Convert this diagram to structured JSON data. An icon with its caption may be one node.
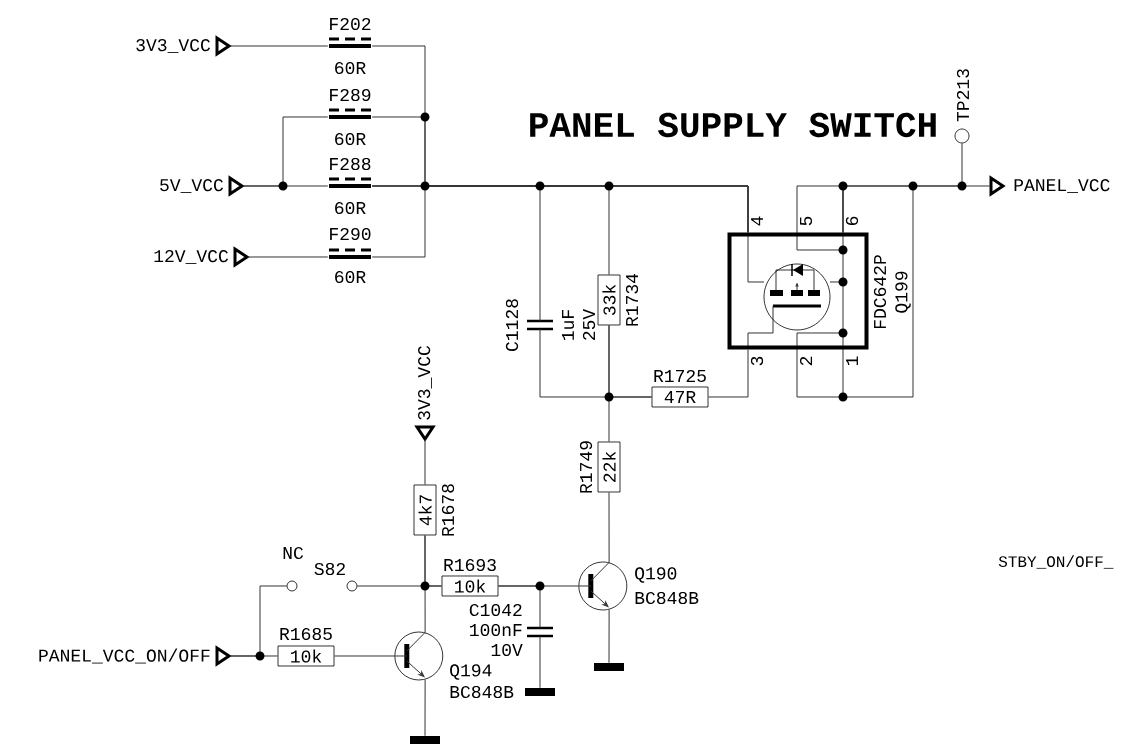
{
  "diagram": {
    "title": "PANEL SUPPLY SWITCH",
    "nodes": [
      {
        "text": [
          "3V3_VCC"
        ]
      },
      {
        "text": [
          "F202",
          "60R"
        ]
      },
      {
        "text": [
          "F289",
          "60R"
        ]
      },
      {
        "text": [
          "5V_VCC"
        ]
      },
      {
        "text": [
          "F288",
          "60R"
        ]
      },
      {
        "text": [
          "12V_VCC"
        ]
      },
      {
        "text": [
          "F290",
          "60R"
        ]
      },
      {
        "text": [
          "C1128",
          "1uF",
          "25V"
        ]
      },
      {
        "text": [
          "33k",
          "R1734"
        ]
      },
      {
        "text": [
          "R1725",
          "47R"
        ]
      },
      {
        "text": [
          "FDC642P",
          "Q199",
          "4",
          "5",
          "6",
          "3",
          "2",
          "1"
        ]
      },
      {
        "text": [
          "TP213"
        ]
      },
      {
        "text": [
          "PANEL_VCC"
        ]
      },
      {
        "text": [
          "3V3_VCC"
        ]
      },
      {
        "text": [
          "4k7",
          "R1678"
        ]
      },
      {
        "text": [
          "R1749",
          "22k"
        ]
      },
      {
        "text": [
          "NC",
          "S82"
        ]
      },
      {
        "text": [
          "R1693",
          "10k"
        ]
      },
      {
        "text": [
          "C1042",
          "100nF",
          "10V"
        ]
      },
      {
        "text": [
          "Q190",
          "BC848B"
        ]
      },
      {
        "text": [
          "PANEL_VCC_ON/OFF"
        ]
      },
      {
        "text": [
          "R1685",
          "10k"
        ]
      },
      {
        "text": [
          "Q194",
          "BC848B"
        ]
      },
      {
        "text": [],
        "shape": "bar"
      },
      {
        "text": [],
        "shape": "bar"
      },
      {
        "text": [],
        "shape": "bar"
      }
    ],
    "edges": [
      {
        "from": 0,
        "to": 1,
        "arrow": "none"
      },
      {
        "from": 3,
        "to": 4,
        "arrow": "none"
      },
      {
        "from": 3,
        "to": 2,
        "arrow": "none"
      },
      {
        "from": 5,
        "to": 6,
        "arrow": "none"
      },
      {
        "from": 1,
        "to": 10,
        "arrow": "none"
      },
      {
        "from": 2,
        "to": 10,
        "arrow": "none"
      },
      {
        "from": 4,
        "to": 10,
        "arrow": "none"
      },
      {
        "from": 6,
        "to": 10,
        "arrow": "none"
      },
      {
        "from": 4,
        "to": 7,
        "arrow": "none"
      },
      {
        "from": 4,
        "to": 8,
        "arrow": "none"
      },
      {
        "from": 7,
        "to": 9,
        "arrow": "none"
      },
      {
        "from": 8,
        "to": 9,
        "arrow": "none"
      },
      {
        "from": 9,
        "to": 10,
        "arrow": "none"
      },
      {
        "from": 8,
        "to": 15,
        "arrow": "none"
      },
      {
        "from": 10,
        "to": 12,
        "arrow": "none"
      },
      {
        "from": 10,
        "to": 11,
        "arrow": "none"
      },
      {
        "from": 13,
        "to": 14,
        "arrow": "none"
      },
      {
        "from": 14,
        "to": 17,
        "arrow": "none"
      },
      {
        "from": 16,
        "to": 17,
        "arrow": "none"
      },
      {
        "from": 14,
        "to": 22,
        "arrow": "none"
      },
      {
        "from": 17,
        "to": 19,
        "arrow": "none"
      },
      {
        "from": 17,
        "to": 18,
        "arrow": "none"
      },
      {
        "from": 15,
        "to": 19,
        "arrow": "none"
      },
      {
        "from": 19,
        "to": 24,
        "arrow": "none"
      },
      {
        "from": 18,
        "to": 23,
        "arrow": "none"
      },
      {
        "from": 22,
        "to": 25,
        "arrow": "none"
      },
      {
        "from": 20,
        "to": 21,
        "arrow": "none"
      },
      {
        "from": 20,
        "to": 16,
        "arrow": "none"
      },
      {
        "from": 21,
        "to": 22,
        "arrow": "none"
      }
    ],
    "labels": [
      "STBY_ON/OFF_"
    ]
  }
}
